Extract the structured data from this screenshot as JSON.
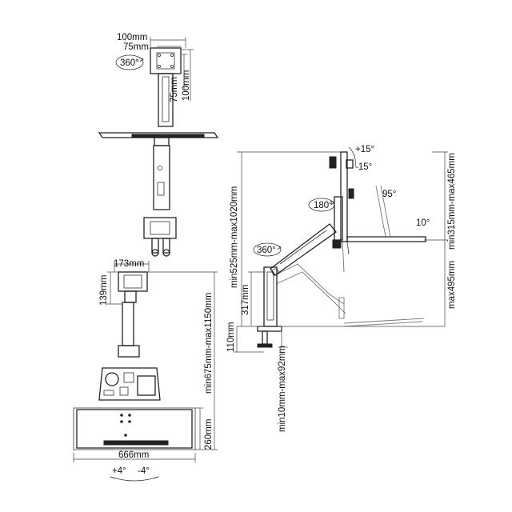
{
  "diagram": {
    "top_view": {
      "vesa_max": "100mm",
      "vesa_min": "75mm",
      "rotation": "360°",
      "vesa_v_min": "75mm",
      "vesa_v_max": "100mm"
    },
    "bottom_view": {
      "width_top": "173mm",
      "depth_top": "139mm",
      "total_reach": "min675mm-max1150mm",
      "tray_depth": "260mm",
      "tray_width": "666mm",
      "tilt_plus": "+4°",
      "tilt_minus": "-4°"
    },
    "side_view": {
      "tilt_up": "+15°",
      "tilt_down": "-15°",
      "screen_angle": "95°",
      "keyboard_angle": "10°",
      "swivel_arm": "180°",
      "swivel_base": "360°",
      "height_range": "min525mm-max1020mm",
      "screen_offset": "min315mm-max465mm",
      "keyboard_height": "max495mm",
      "pole_height": "317mm",
      "clamp_height": "110mm",
      "desk_thickness": "min10mm-max92mm"
    }
  }
}
